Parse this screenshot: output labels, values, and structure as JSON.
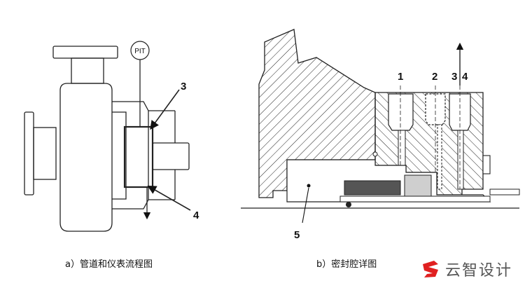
{
  "diagram_a": {
    "instrument_label": "PIT",
    "callouts": [
      "3",
      "4"
    ],
    "caption": "a）管道和仪表流程图"
  },
  "diagram_b": {
    "callouts": [
      "1",
      "2",
      "3",
      "4",
      "5"
    ],
    "caption": "b）密封腔详图"
  },
  "logo": {
    "text": "云智设计",
    "color": "#e02020"
  }
}
